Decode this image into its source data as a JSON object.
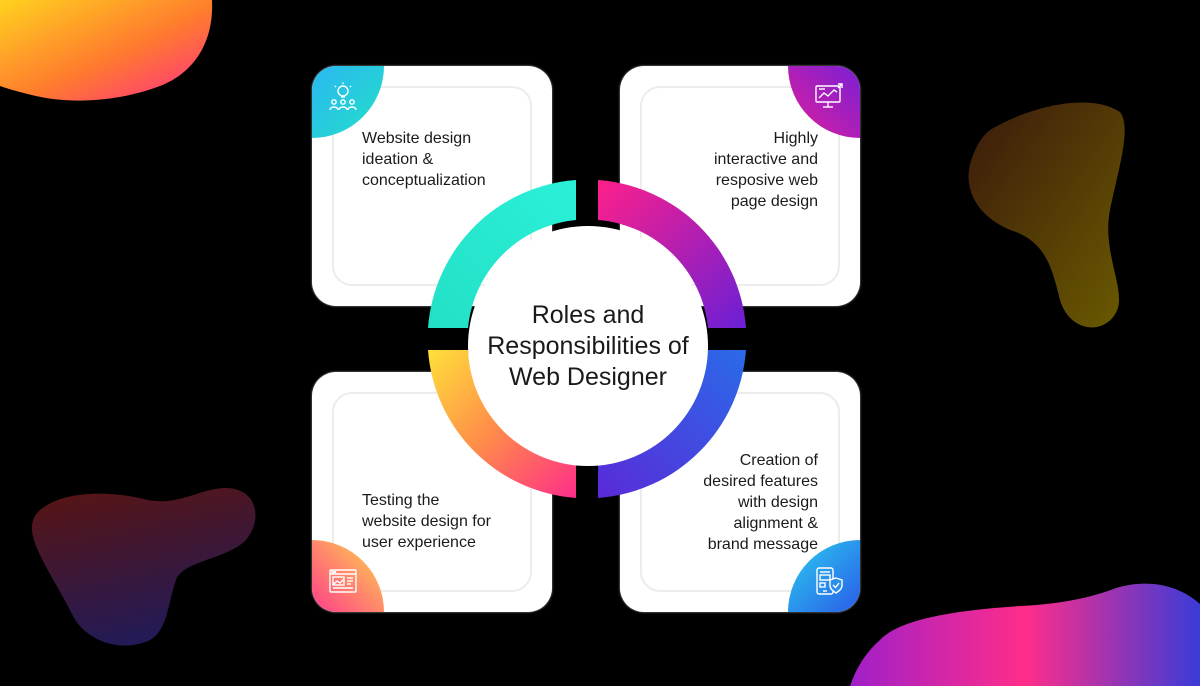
{
  "center": {
    "title": "Roles and\nResponsibilities of\nWeb Designer"
  },
  "cards": [
    {
      "text": "Website design\nideation &\nconceptualization",
      "icon": "lightbulb-team-icon"
    },
    {
      "text": "Highly\ninteractive and\nresposive web\npage design",
      "icon": "monitor-analytics-icon"
    },
    {
      "text": "Testing the\nwebsite design for\nuser experience",
      "icon": "web-layout-icon"
    },
    {
      "text": "Creation of\ndesired features\nwith design\nalignment &\nbrand message",
      "icon": "mobile-shield-icon"
    }
  ],
  "colors": {
    "background": "#000000",
    "cyan_green": [
      "#22e0c6",
      "#2bb7f2"
    ],
    "magenta_purple": [
      "#e01f9a",
      "#7a1fd6"
    ],
    "yellow_pink": [
      "#ffd84a",
      "#ff3d8a"
    ],
    "purple_blue": [
      "#3a3bd8",
      "#2a5be8"
    ]
  }
}
